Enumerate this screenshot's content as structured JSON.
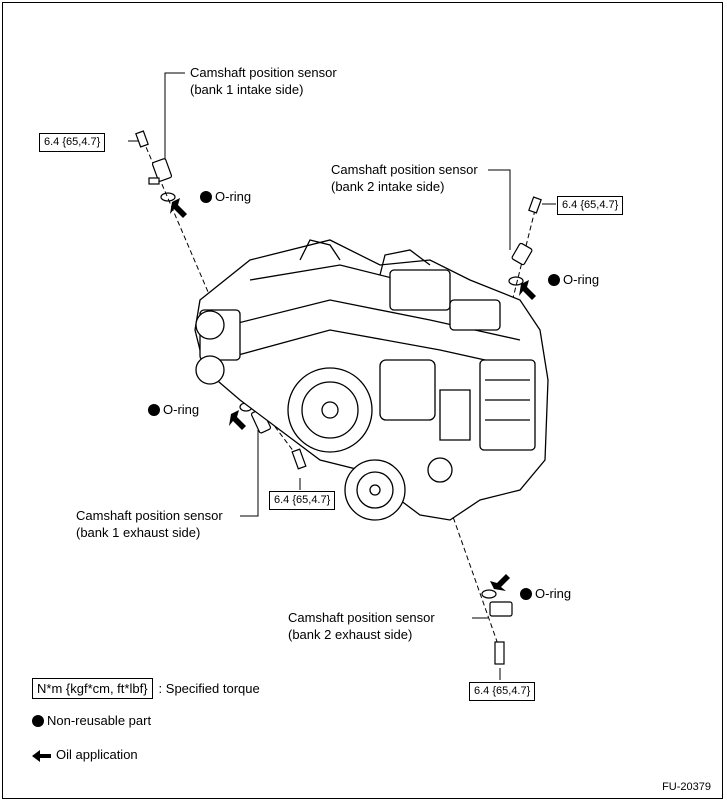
{
  "sensors": {
    "bank1_intake": {
      "line1": "Camshaft position sensor",
      "line2": "(bank 1 intake side)"
    },
    "bank2_intake": {
      "line1": "Camshaft position sensor",
      "line2": "(bank 2 intake side)"
    },
    "bank1_exhaust": {
      "line1": "Camshaft position sensor",
      "line2": "(bank 1 exhaust side)"
    },
    "bank2_exhaust": {
      "line1": "Camshaft position sensor",
      "line2": "(bank 2 exhaust side)"
    }
  },
  "torque": {
    "t1": "6.4 {65,4.7}",
    "t2": "6.4 {65,4.7}",
    "t3": "6.4 {65,4.7}",
    "t4": "6.4 {65,4.7}"
  },
  "oring_label": "O-ring",
  "legend": {
    "torque_box": "N*m {kgf*cm, ft*lbf}",
    "torque_desc": ": Specified torque",
    "nonreusable": "Non-reusable part",
    "oil": "Oil application"
  },
  "figure_code": "FU-20379"
}
